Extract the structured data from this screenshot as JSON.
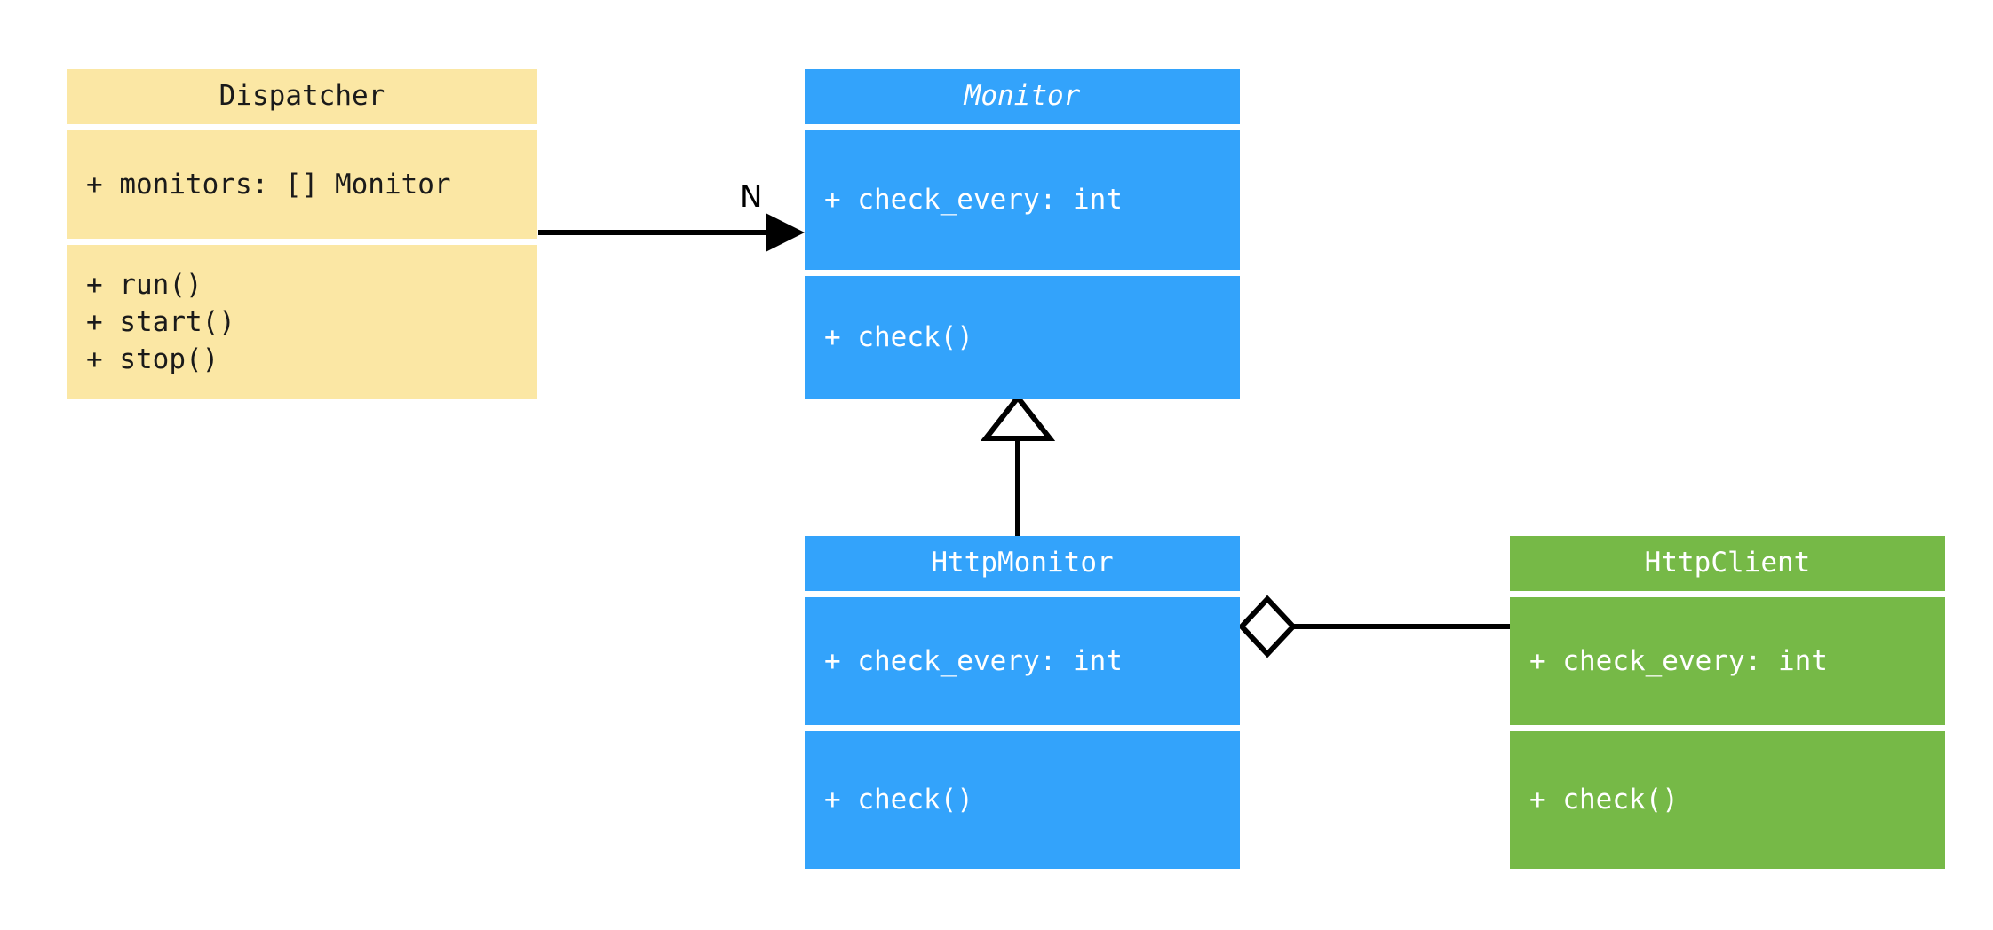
{
  "diagram": {
    "type": "uml-class-diagram",
    "background": "#ffffff",
    "palette": {
      "yellow_fill": "#fbe7a4",
      "blue_fill": "#33a3fb",
      "green_fill": "#76b947",
      "dark_text": "#1a1a1a",
      "light_text": "#ffffff",
      "connector": "#000000"
    }
  },
  "classes": {
    "dispatcher": {
      "name": "Dispatcher",
      "abstract": false,
      "color": "#fbe7a4",
      "attributes": [
        "+ monitors: [] Monitor"
      ],
      "methods": [
        "+ run()",
        "+ start()",
        "+ stop()"
      ]
    },
    "monitor": {
      "name": "Monitor",
      "abstract": true,
      "color": "#33a3fb",
      "attributes": [
        "+ check_every: int"
      ],
      "methods": [
        "+ check()"
      ]
    },
    "http_monitor": {
      "name": "HttpMonitor",
      "abstract": false,
      "color": "#33a3fb",
      "attributes": [
        "+ check_every: int"
      ],
      "methods": [
        "+ check()"
      ]
    },
    "http_client": {
      "name": "HttpClient",
      "abstract": false,
      "color": "#76b947",
      "attributes": [
        "+ check_every: int"
      ],
      "methods": [
        "+ check()"
      ]
    }
  },
  "relationships": {
    "dispatcher_to_monitor": {
      "kind": "association",
      "from": "Dispatcher",
      "to": "Monitor",
      "multiplicity_label": "N",
      "arrowhead": "filled-triangle"
    },
    "http_monitor_to_monitor": {
      "kind": "generalization",
      "from": "HttpMonitor",
      "to": "Monitor",
      "multiplicity_label": "",
      "arrowhead": "hollow-triangle"
    },
    "http_monitor_to_http_client": {
      "kind": "aggregation",
      "from": "HttpMonitor",
      "to": "HttpClient",
      "multiplicity_label": "",
      "arrowhead": "hollow-diamond"
    }
  }
}
